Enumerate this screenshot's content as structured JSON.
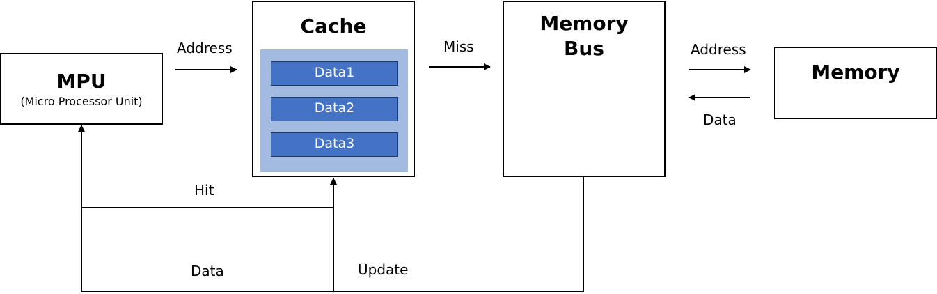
{
  "mpu": {
    "title": "MPU",
    "subtitle": "(Micro Processor Unit)"
  },
  "cache": {
    "title": "Cache",
    "cells": [
      "Data1",
      "Data2",
      "Data3"
    ]
  },
  "memory_bus": {
    "title_line1": "Memory",
    "title_line2": "Bus"
  },
  "memory": {
    "title": "Memory"
  },
  "labels": {
    "address_mpu_cache": "Address",
    "miss": "Miss",
    "address_bus_memory": "Address",
    "data_memory_bus": "Data",
    "hit": "Hit",
    "data_return": "Data",
    "update": "Update"
  },
  "colors": {
    "cache_inner": "#a3bbe0",
    "cache_cell": "#4472c4"
  }
}
